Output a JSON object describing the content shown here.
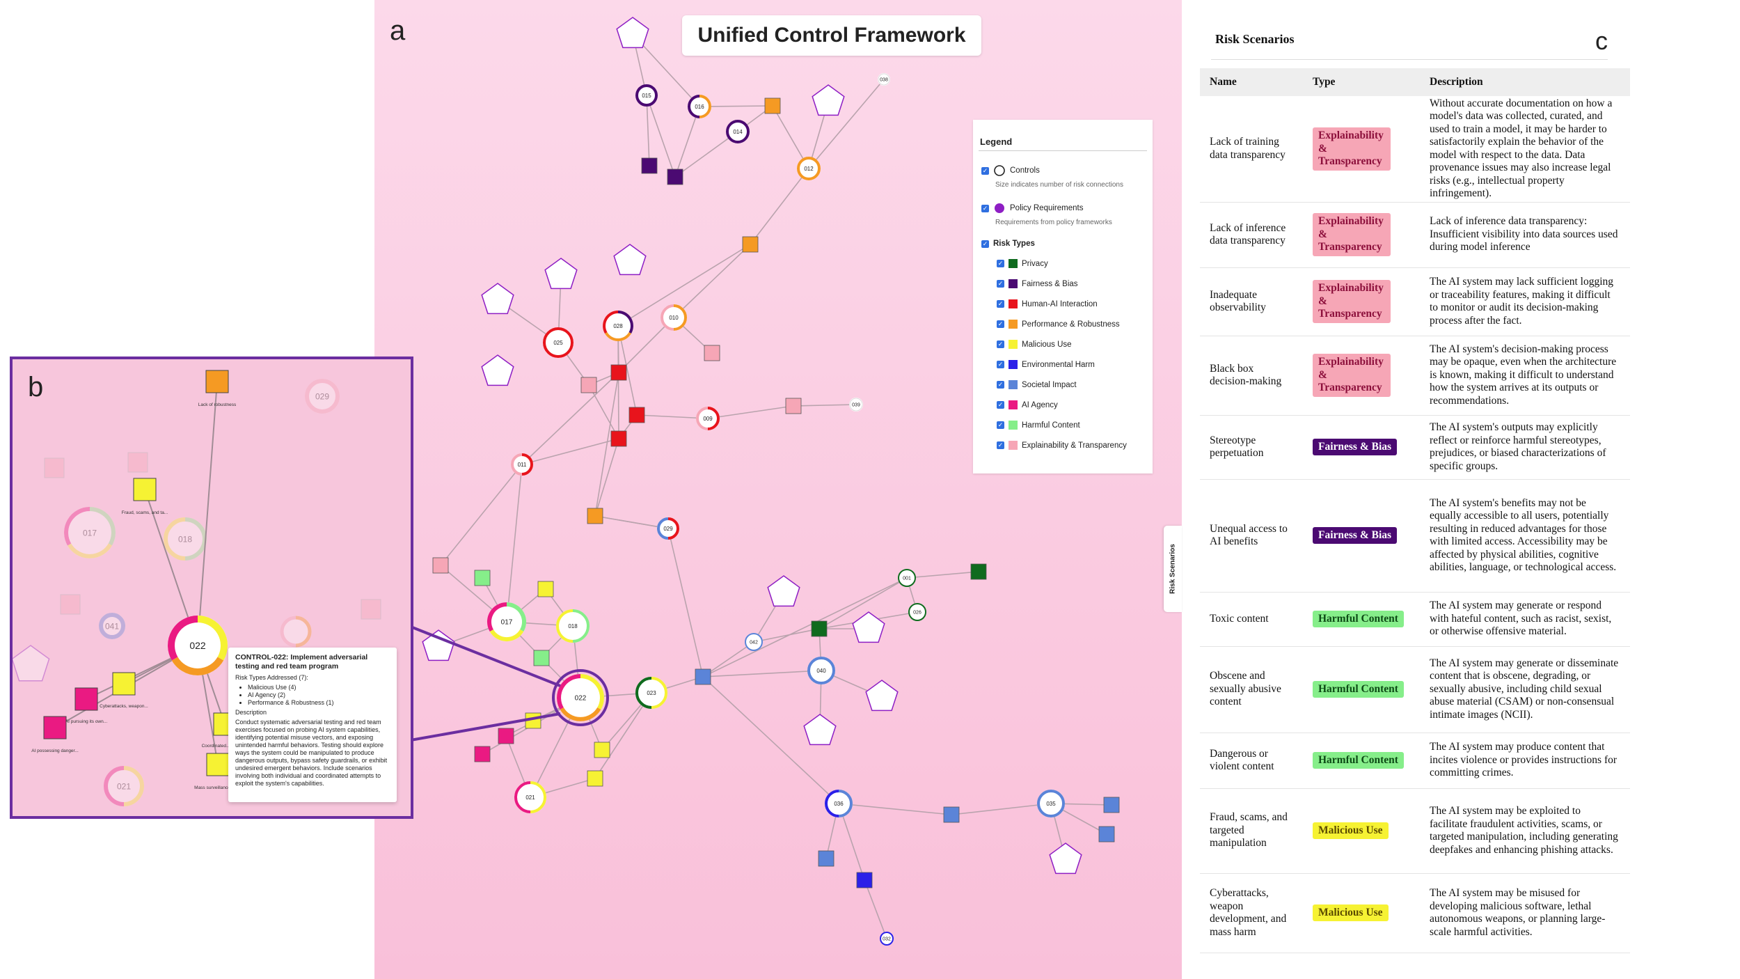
{
  "graph": {
    "panel_letter": "a",
    "title": "Unified Control Framework",
    "legend": {
      "title": "Legend",
      "controls_label": "Controls",
      "controls_note": "Size indicates number of risk connections",
      "policy_label": "Policy Requirements",
      "policy_note": "Requirements from policy frameworks",
      "risk_types_label": "Risk Types",
      "risk_types": [
        {
          "label": "Privacy",
          "color": "#0f6b1e"
        },
        {
          "label": "Fairness & Bias",
          "color": "#4b0a72"
        },
        {
          "label": "Human-AI Interaction",
          "color": "#e8141c"
        },
        {
          "label": "Performance & Robustness",
          "color": "#f59a23"
        },
        {
          "label": "Malicious Use",
          "color": "#f6f233"
        },
        {
          "label": "Environmental Harm",
          "color": "#2b20e8"
        },
        {
          "label": "Societal Impact",
          "color": "#5b84d8"
        },
        {
          "label": "AI Agency",
          "color": "#ea1a82"
        },
        {
          "label": "Harmful Content",
          "color": "#86ee8a"
        },
        {
          "label": "Explainability & Transparency",
          "color": "#f6a6b6"
        }
      ]
    },
    "controls": [
      {
        "id": "015",
        "colors": [
          "#4b0a72"
        ]
      },
      {
        "id": "016",
        "colors": [
          "#f59a23",
          "#4b0a72"
        ]
      },
      {
        "id": "014",
        "colors": [
          "#4b0a72"
        ]
      },
      {
        "id": "012",
        "colors": [
          "#f59a23"
        ]
      },
      {
        "id": "038",
        "colors": []
      },
      {
        "id": "025",
        "colors": [
          "#e8141c"
        ]
      },
      {
        "id": "028",
        "colors": [
          "#4b0a72",
          "#f59a23",
          "#e8141c"
        ]
      },
      {
        "id": "010",
        "colors": [
          "#f59a23",
          "#f6a6b6"
        ]
      },
      {
        "id": "009",
        "colors": [
          "#e8141c",
          "#f6a6b6"
        ]
      },
      {
        "id": "039",
        "colors": []
      },
      {
        "id": "011",
        "colors": [
          "#e8141c",
          "#f6a6b6"
        ]
      },
      {
        "id": "029",
        "colors": [
          "#e8141c",
          "#5b84d8"
        ]
      },
      {
        "id": "017",
        "colors": [
          "#86ee8a",
          "#f6f233",
          "#ea1a82"
        ]
      },
      {
        "id": "018",
        "colors": [
          "#86ee8a",
          "#f6f233"
        ]
      },
      {
        "id": "022",
        "colors": [
          "#f6f233",
          "#f59a23",
          "#ea1a82"
        ]
      },
      {
        "id": "023",
        "colors": [
          "#f6f233",
          "#0f6b1e"
        ]
      },
      {
        "id": "021",
        "colors": [
          "#f6f233",
          "#ea1a82"
        ]
      },
      {
        "id": "042",
        "colors": [
          "#5b84d8"
        ]
      },
      {
        "id": "040",
        "colors": [
          "#5b84d8"
        ]
      },
      {
        "id": "001",
        "colors": [
          "#0f6b1e"
        ]
      },
      {
        "id": "026",
        "colors": [
          "#0f6b1e"
        ]
      },
      {
        "id": "036",
        "colors": [
          "#5b84d8",
          "#2b20e8"
        ]
      },
      {
        "id": "035",
        "colors": [
          "#5b84d8"
        ]
      },
      {
        "id": "032",
        "colors": [
          "#2b20e8"
        ]
      }
    ]
  },
  "inset": {
    "panel_letter": "b",
    "center_id": "022",
    "faded_ids": [
      "029",
      "017",
      "018",
      "041",
      "021"
    ],
    "node_labels": {
      "lack_of_robustness": "Lack of robustness",
      "fraud": "Fraud, scams, and ta...",
      "cyberattacks": "Cyberattacks, weapon...",
      "ai_pursuing": "AI pursuing its own...",
      "ai_possessing": "AI possessing danger...",
      "coordinated": "Coordinated...",
      "mass_surveillance": "Mass surveillance"
    },
    "tooltip": {
      "title": "CONTROL-022: Implement adversarial testing and red team program",
      "risk_types_heading": "Risk Types Addressed (7):",
      "risk_types": [
        "Malicious Use (4)",
        "AI Agency (2)",
        "Performance & Robustness (1)"
      ],
      "description_heading": "Description",
      "description": "Conduct systematic adversarial testing and red team exercises focused on probing AI system capabilities, identifying potential misuse vectors, and exposing unintended harmful behaviors. Testing should explore ways the system could be manipulated to produce dangerous outputs, bypass safety guardrails, or exhibit undesired emergent behaviors. Include scenarios involving both individual and coordinated attempts to exploit the system's capabilities."
    }
  },
  "side_tab": "Risk Scenarios",
  "risk_panel": {
    "panel_letter": "c",
    "title": "Risk Scenarios",
    "columns": [
      "Name",
      "Type",
      "Description"
    ],
    "rows": [
      {
        "name": "Lack of training data transparency",
        "type": "Explainability & Transparency",
        "color": "#f6a6b6",
        "text_color": "#8c0f3b",
        "description": "Without accurate documentation on how a model's data was collected, curated, and used to train a model, it may be harder to satisfactorily explain the behavior of the model with respect to the data. Data provenance issues may also increase legal risks (e.g., intellectual property infringement)."
      },
      {
        "name": "Lack of inference data transparency",
        "type": "Explainability & Transparency",
        "color": "#f6a6b6",
        "text_color": "#8c0f3b",
        "description": "Lack of inference data transparency: Insufficient visibility into data sources used during model inference"
      },
      {
        "name": "Inadequate observability",
        "type": "Explainability & Transparency",
        "color": "#f6a6b6",
        "text_color": "#8c0f3b",
        "description": "The AI system may lack sufficient logging or traceability features, making it difficult to monitor or audit its decision-making process after the fact."
      },
      {
        "name": "Black box decision-making",
        "type": "Explainability & Transparency",
        "color": "#f6a6b6",
        "text_color": "#8c0f3b",
        "description": "The AI system's decision-making process may be opaque, even when the architecture is known, making it difficult to understand how the system arrives at its outputs or recommendations."
      },
      {
        "name": "Stereotype perpetuation",
        "type": "Fairness & Bias",
        "color": "#4b0a72",
        "text_color": "#ffffff",
        "description": "The AI system's outputs may explicitly reflect or reinforce harmful stereotypes, prejudices, or biased characterizations of specific groups."
      },
      {
        "name": "Unequal access to AI benefits",
        "type": "Fairness & Bias",
        "color": "#4b0a72",
        "text_color": "#ffffff",
        "description": "The AI system's benefits may not be equally accessible to all users, potentially resulting in reduced advantages for those with limited access. Accessibility may be affected by physical abilities, cognitive abilities, language, or technological access."
      },
      {
        "name": "Toxic content",
        "type": "Harmful Content",
        "color": "#86ee8a",
        "text_color": "#0d4a16",
        "description": "The AI system may generate or respond with hateful content, such as racist, sexist, or otherwise offensive material."
      },
      {
        "name": "Obscene and sexually abusive content",
        "type": "Harmful Content",
        "color": "#86ee8a",
        "text_color": "#0d4a16",
        "description": "The AI system may generate or disseminate content that is obscene, degrading, or sexually abusive, including child sexual abuse material (CSAM) or non-consensual intimate images (NCII)."
      },
      {
        "name": "Dangerous or violent content",
        "type": "Harmful Content",
        "color": "#86ee8a",
        "text_color": "#0d4a16",
        "description": "The AI system may produce content that incites violence or provides instructions for committing crimes."
      },
      {
        "name": "Fraud, scams, and targeted manipulation",
        "type": "Malicious Use",
        "color": "#f6f233",
        "text_color": "#5a4a00",
        "description": "The AI system may be exploited to facilitate fraudulent activities, scams, or targeted manipulation, including generating deepfakes and enhancing phishing attacks."
      },
      {
        "name": "Cyberattacks, weapon development, and mass harm",
        "type": "Malicious Use",
        "color": "#f6f233",
        "text_color": "#5a4a00",
        "description": "The AI system may be misused for developing malicious software, lethal autonomous weapons, or planning large-scale harmful activities."
      }
    ]
  }
}
